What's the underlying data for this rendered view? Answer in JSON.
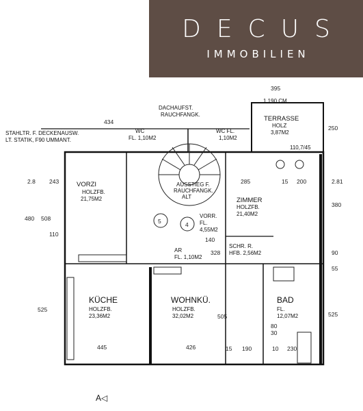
{
  "brand": {
    "name": "DECUS",
    "subtitle": "IMMOBILIEN",
    "bg_color": "#5e4d45",
    "text_color": "#ffffff"
  },
  "plan": {
    "annotations": {
      "steel": "STAHLTR. F. DECKENAUSW.",
      "static": "LT. STATIK, F90 UMMANT.",
      "chimney1": "DACHAUFST.",
      "chimney2": "RAUCHFANGK.",
      "section": "A◁"
    },
    "rooms": {
      "terrasse": {
        "name": "TERRASSE",
        "type": "HOLZ",
        "area": "3,87M2"
      },
      "zimmer": {
        "name": "ZIMMER",
        "type": "HOLZFB.",
        "area": "21,40M2"
      },
      "vorzi": {
        "name": "VORZI",
        "type": "HOLZFB.",
        "area": "21,75M2"
      },
      "kueche": {
        "name": "KÜCHE",
        "type": "HOLZFB.",
        "area": "23,36M2"
      },
      "wohnkue": {
        "name": "WOHNKÜ.",
        "type": "HOLZFB.",
        "area": "32,02M2"
      },
      "bad": {
        "name": "BAD",
        "type": "FL.",
        "area": "12,07M2"
      },
      "wc1": {
        "name": "WC",
        "area": "FL. 1,10M2"
      },
      "wc2": {
        "name": "WC FL.",
        "area": "1,10M2"
      },
      "vorr": {
        "name": "VORR.",
        "type": "FL.",
        "area": "4,55M2"
      },
      "schr": {
        "name": "SCHR. R.",
        "area": "HFB. 2,56M2"
      },
      "ar": {
        "name": "AR",
        "area": "FL. 1,10M2"
      },
      "ausstieg": {
        "name": "AUSSTIEG F.",
        "sub": "RAUCHFANGK.",
        "sub2": "ALT"
      }
    },
    "dimensions": {
      "d395": "395",
      "d434": "434",
      "d285": "285",
      "d15": "15",
      "d200": "200",
      "d250": "250",
      "d426": "426",
      "d445": "445",
      "d190": "190",
      "d10": "10",
      "d230": "230",
      "d505": "505",
      "d525a": "525",
      "d525b": "525",
      "d480": "480",
      "d508": "508",
      "d243": "243",
      "d28": "2.8",
      "d281": "2.81",
      "d380": "380",
      "d140": "140",
      "d80": "80",
      "d30": "30",
      "d328": "328",
      "d110": "110",
      "d90": "90",
      "d55": "55",
      "dc1": "5",
      "dc2": "4",
      "dtop": "1.190 CM",
      "dside": "110,7/45"
    }
  }
}
